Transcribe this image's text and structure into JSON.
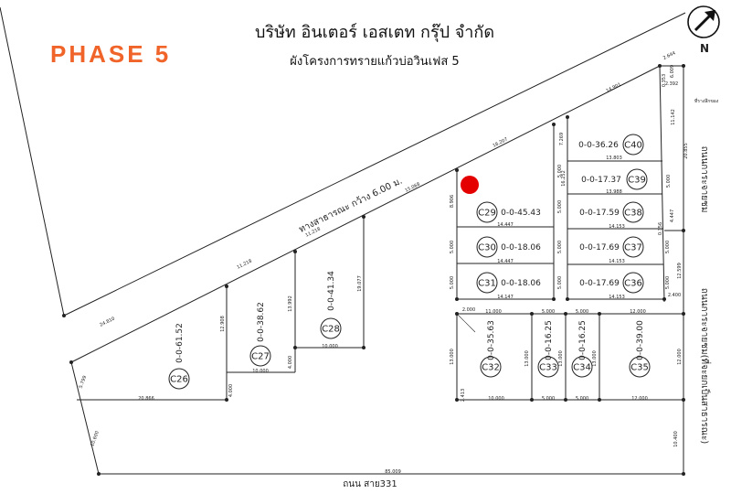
{
  "header": {
    "phase": "PHASE 5",
    "company": "บริษัท อินเตอร์ เอสเตท กรุ๊ป จำกัด",
    "subtitle": "ผังโครงการทรายแก้วบ่อวินเฟส 5",
    "north": "N"
  },
  "roads": {
    "internal": "ทางสาธารณะ กว้าง 6.00 ม.",
    "bottom": "ถนน สาย331",
    "right_upper": "ถนนการะจายชม",
    "right_lower": "ถนนการะจายชม(ที่จะยกเป็นสาธารณะ)",
    "top_right_note": "ที่รางลึกของ"
  },
  "marker_color": "#e50000",
  "lots": [
    {
      "id": "C26",
      "area": "0-0-61.52"
    },
    {
      "id": "C27",
      "area": "0-0-38.62"
    },
    {
      "id": "C28",
      "area": "0-0-41.34"
    },
    {
      "id": "C29",
      "area": "0-0-45.43"
    },
    {
      "id": "C30",
      "area": "0-0-18.06"
    },
    {
      "id": "C31",
      "area": "0-0-18.06"
    },
    {
      "id": "C32",
      "area": "0-0-35.63"
    },
    {
      "id": "C33",
      "area": "0-0-16.25"
    },
    {
      "id": "C34",
      "area": "0-0-16.25"
    },
    {
      "id": "C35",
      "area": "0-0-39.00"
    },
    {
      "id": "C36",
      "area": "0-0-17.69"
    },
    {
      "id": "C37",
      "area": "0-0-17.69"
    },
    {
      "id": "C38",
      "area": "0-0-17.59"
    },
    {
      "id": "C39",
      "area": "0-0-17.37"
    },
    {
      "id": "C40",
      "area": "0-0-36.26"
    }
  ],
  "dims": [
    "24.810",
    "11.218",
    "11.218",
    "15.068",
    "16.207",
    "14.901",
    "2.644",
    "6.009",
    "2.392",
    "0.353",
    "11.142",
    "20.855",
    "7.269",
    "16.252",
    "5.000",
    "13.803",
    "13.988",
    "5.000",
    "14.153",
    "4.447",
    "0.356",
    "8.906",
    "14.447",
    "14.447",
    "14.147",
    "14.153",
    "14.153",
    "5.000",
    "5.000",
    "5.000",
    "5.000",
    "5.000",
    "5.000",
    "5.000",
    "12.599",
    "2.400",
    "2.000",
    "11.000",
    "5.000",
    "5.000",
    "12.000",
    "12.000",
    "13.000",
    "13.000",
    "13.000",
    "13.000",
    "10.000",
    "5.000",
    "5.000",
    "12.000",
    "2.413",
    "12.908",
    "13.992",
    "19.077",
    "10.000",
    "10.000",
    "4.000",
    "4.000",
    "20.866",
    "5.799",
    "10.600",
    "85.009",
    "10.400"
  ]
}
